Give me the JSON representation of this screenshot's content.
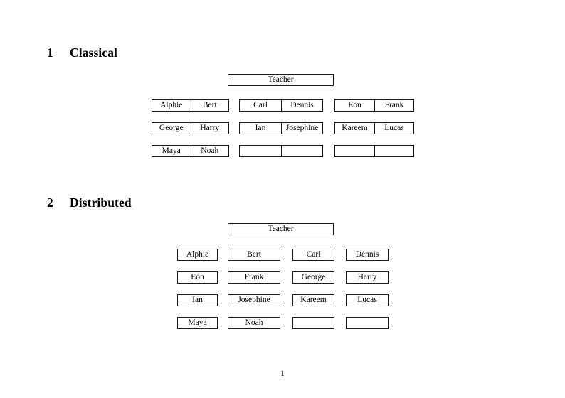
{
  "document": {
    "page_number": "1",
    "border_color": "#1a1a1a",
    "background_color": "#ffffff"
  },
  "sections": [
    {
      "number": "1",
      "title": "Classical",
      "teacher_label": "Teacher",
      "layout": "grouped-pairs",
      "groups": [
        {
          "column": "left",
          "rows": [
            [
              "Alphie",
              "Bert"
            ],
            [
              "George",
              "Harry"
            ],
            [
              "Maya",
              "Noah"
            ]
          ]
        },
        {
          "column": "middle",
          "rows": [
            [
              "Carl",
              "Dennis"
            ],
            [
              "Ian",
              "Josephine"
            ],
            [
              "",
              ""
            ]
          ]
        },
        {
          "column": "right",
          "rows": [
            [
              "Eon",
              "Frank"
            ],
            [
              "Kareem",
              "Lucas"
            ],
            [
              "",
              ""
            ]
          ]
        }
      ]
    },
    {
      "number": "2",
      "title": "Distributed",
      "teacher_label": "Teacher",
      "layout": "independent-boxes",
      "rows": [
        [
          "Alphie",
          "Bert",
          "Carl",
          "Dennis"
        ],
        [
          "Eon",
          "Frank",
          "George",
          "Harry"
        ],
        [
          "Ian",
          "Josephine",
          "Kareem",
          "Lucas"
        ],
        [
          "Maya",
          "Noah",
          "",
          ""
        ]
      ]
    }
  ]
}
